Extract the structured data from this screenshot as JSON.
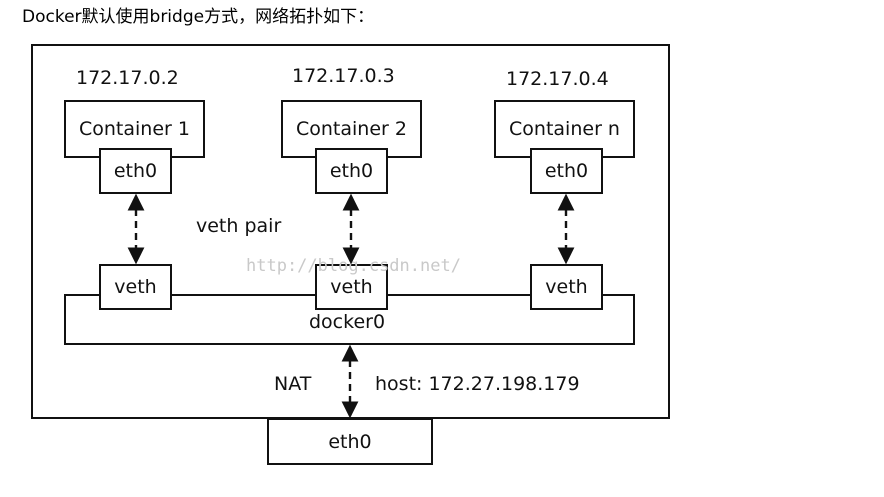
{
  "heading": "Docker默认使用bridge方式，网络拓扑如下：",
  "containers": [
    {
      "ip": "172.17.0.2",
      "name": "Container 1",
      "iface": "eth0",
      "veth": "veth"
    },
    {
      "ip": "172.17.0.3",
      "name": "Container 2",
      "iface": "eth0",
      "veth": "veth"
    },
    {
      "ip": "172.17.0.4",
      "name": "Container n",
      "iface": "eth0",
      "veth": "veth"
    }
  ],
  "veth_pair_label": "veth pair",
  "bridge_label": "docker0",
  "nat_label": "NAT",
  "host_label": "host: 172.27.198.179",
  "host_iface": "eth0",
  "watermark": "http://blog.csdn.net/"
}
